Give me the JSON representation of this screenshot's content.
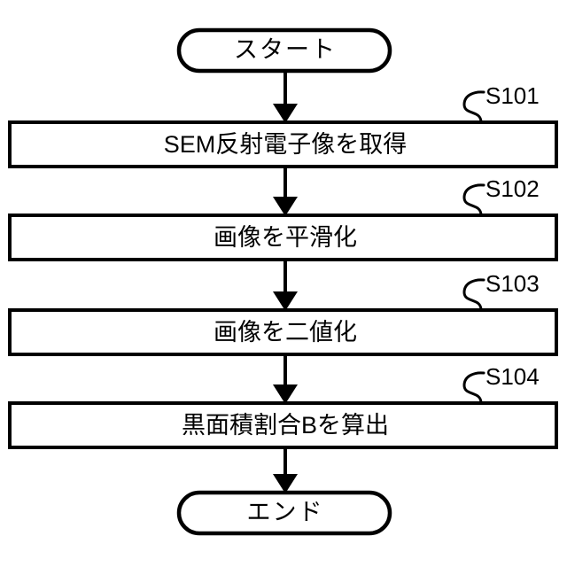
{
  "diagram": {
    "type": "flowchart",
    "orientation": "vertical",
    "language": "ja",
    "background_color": "#ffffff",
    "line_color": "#000000",
    "fill_color": "#ffffff",
    "start_terminal": {
      "label": "スタート",
      "shape": "stadium"
    },
    "end_terminal": {
      "label": "エンド",
      "shape": "stadium"
    },
    "steps": [
      {
        "step_id": "S101",
        "label": "SEM反射電子像を取得",
        "shape": "rectangle"
      },
      {
        "step_id": "S102",
        "label": "画像を平滑化",
        "shape": "rectangle"
      },
      {
        "step_id": "S103",
        "label": "画像を二値化",
        "shape": "rectangle"
      },
      {
        "step_id": "S104",
        "label": "黒面積割合Bを算出",
        "shape": "rectangle"
      }
    ],
    "connectors": [
      {
        "from": "start",
        "to": "S101",
        "arrow": "down"
      },
      {
        "from": "S101",
        "to": "S102",
        "arrow": "down"
      },
      {
        "from": "S102",
        "to": "S103",
        "arrow": "down"
      },
      {
        "from": "S103",
        "to": "S104",
        "arrow": "down"
      },
      {
        "from": "S104",
        "to": "end",
        "arrow": "down"
      }
    ]
  }
}
